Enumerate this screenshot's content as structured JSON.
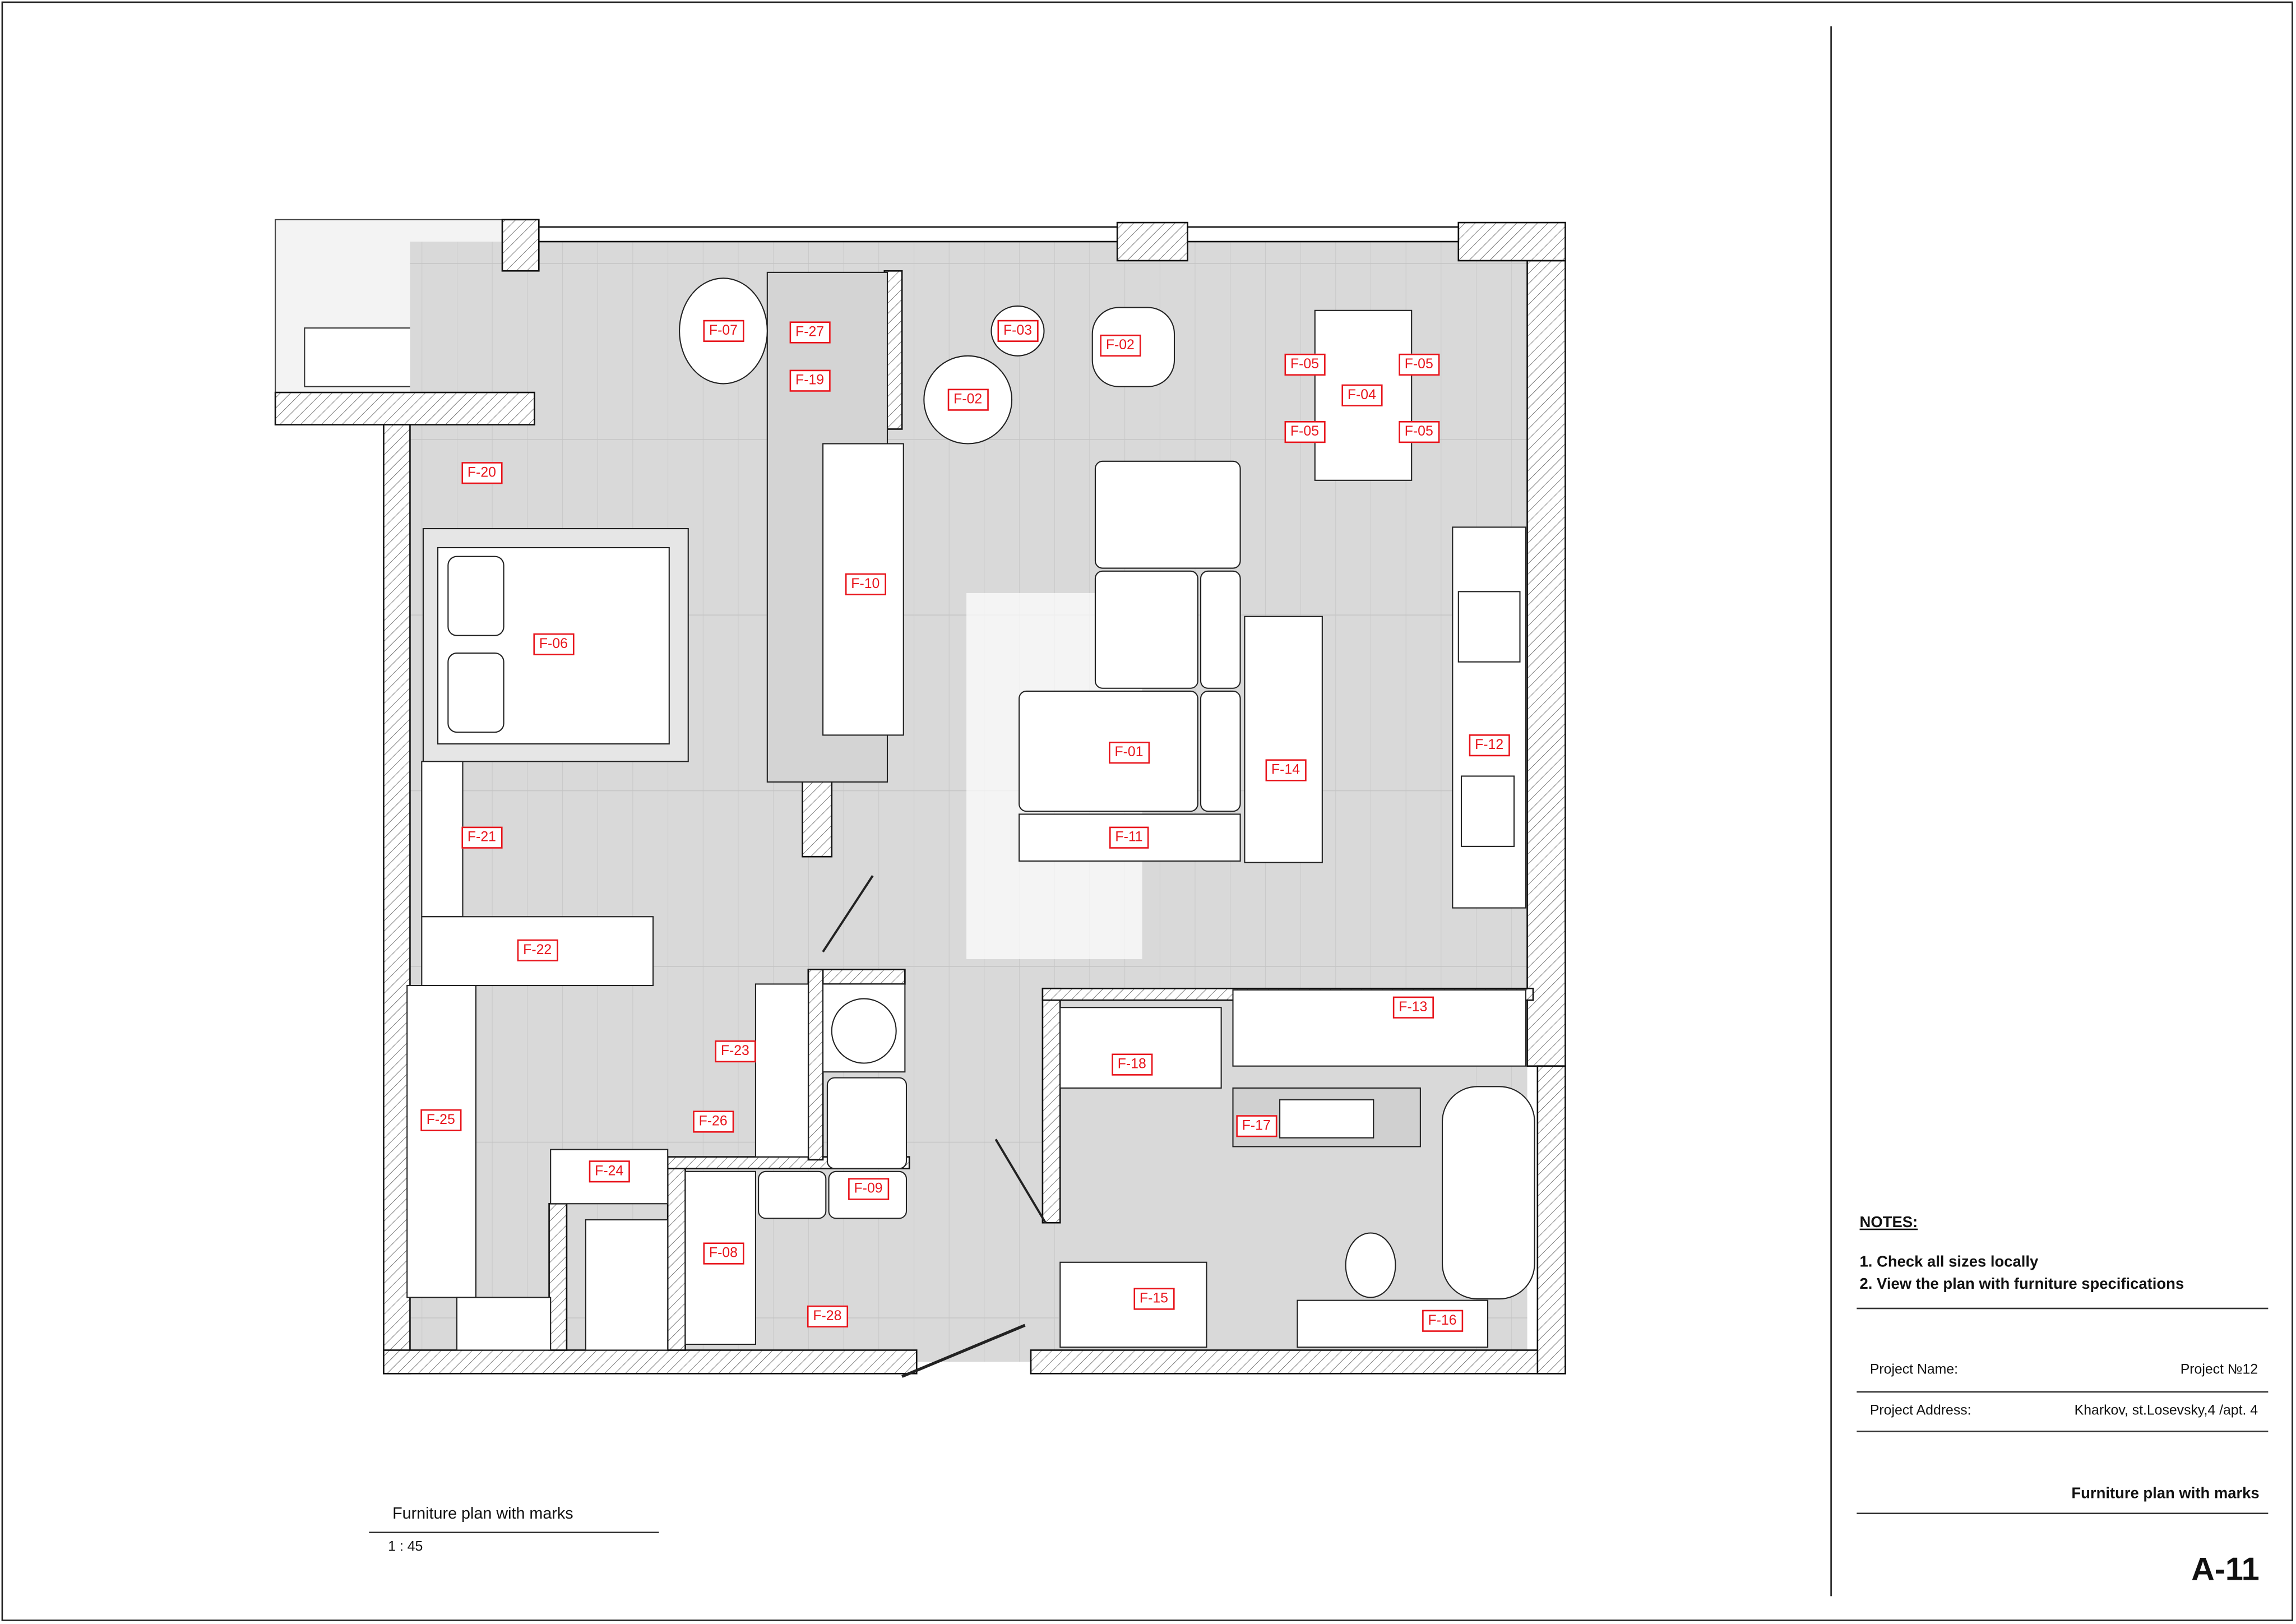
{
  "plan": {
    "title": "Furniture plan with marks",
    "scale": "1 : 45",
    "marks": [
      "F-07",
      "F-27",
      "F-03",
      "F-02",
      "F-02",
      "F-19",
      "F-05",
      "F-05",
      "F-04",
      "F-05",
      "F-05",
      "F-20",
      "F-10",
      "F-06",
      "F-01",
      "F-14",
      "F-12",
      "F-11",
      "F-21",
      "F-22",
      "F-13",
      "F-18",
      "F-23",
      "F-17",
      "F-25",
      "F-26",
      "F-24",
      "F-09",
      "F-08",
      "F-15",
      "F-16",
      "F-28"
    ],
    "mark_color": "#e8141b"
  },
  "title_block": {
    "notes_heading": "NOTES:",
    "notes": [
      "1. Check all sizes locally",
      "2. View the plan with furniture specifications"
    ],
    "project_name_label": "Project Name:",
    "project_name": "Project №12",
    "project_address_label": "Project Address:",
    "project_address": "Kharkov, st.Losevsky,4 /apt. 4",
    "drawing_title": "Furniture plan with marks",
    "sheet_number": "A-11"
  }
}
